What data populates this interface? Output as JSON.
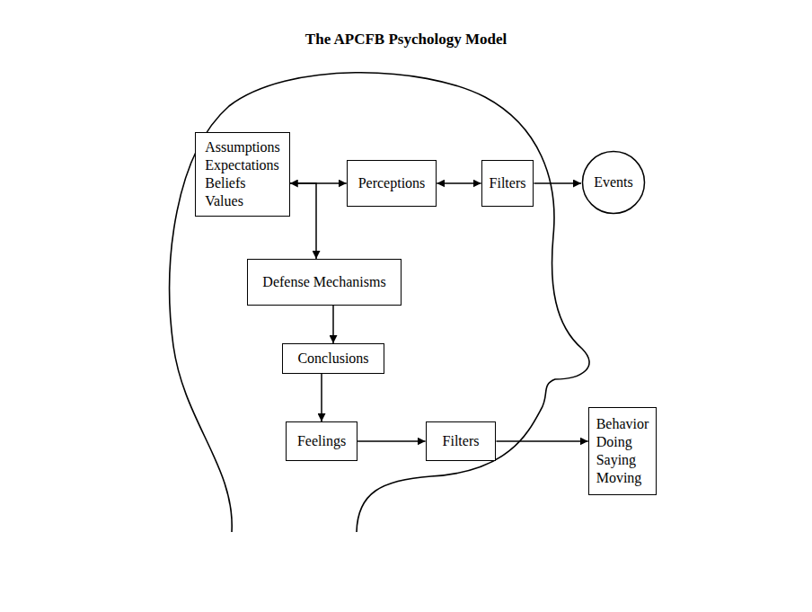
{
  "diagram": {
    "title": "The APCFB Psychology Model",
    "nodes": [
      {
        "text": [
          "Assumptions Expectations Beliefs Values"
        ]
      },
      {
        "text": [
          "Perceptions"
        ]
      },
      {
        "text": [
          "Filters"
        ]
      },
      {
        "text": [
          "Events"
        ]
      },
      {
        "text": [
          "Defense Mechanisms"
        ]
      },
      {
        "text": [
          "Conclusions"
        ]
      },
      {
        "text": [
          "Feelings"
        ]
      },
      {
        "text": [
          "Filters"
        ]
      },
      {
        "text": [
          "Behavior Doing Saying Moving"
        ]
      }
    ],
    "edges": [
      {
        "from": 0,
        "to": 1,
        "arrow": "both"
      },
      {
        "from": 1,
        "to": 2,
        "arrow": "both"
      },
      {
        "from": 2,
        "to": 3,
        "arrow": "to"
      },
      {
        "from": 0,
        "to": 4,
        "arrow": "to"
      },
      {
        "from": 4,
        "to": 5,
        "arrow": "to"
      },
      {
        "from": 5,
        "to": 6,
        "arrow": "to"
      },
      {
        "from": 6,
        "to": 7,
        "arrow": "to"
      },
      {
        "from": 7,
        "to": 8,
        "arrow": "to"
      }
    ]
  }
}
